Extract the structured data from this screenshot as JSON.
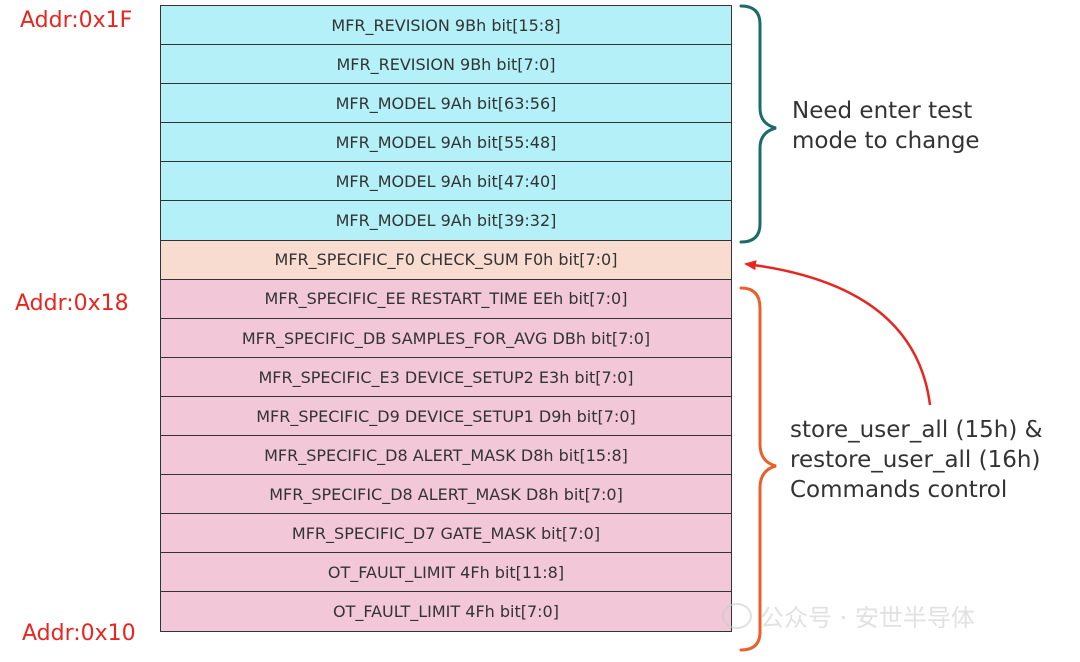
{
  "addresses": {
    "top": "Addr:0x1F",
    "mid": "Addr:0x18",
    "bottom": "Addr:0x10"
  },
  "registers": [
    {
      "label": "MFR_REVISION 9Bh bit[15:8]",
      "group": "cyan"
    },
    {
      "label": "MFR_REVISION 9Bh bit[7:0]",
      "group": "cyan"
    },
    {
      "label": "MFR_MODEL 9Ah bit[63:56]",
      "group": "cyan"
    },
    {
      "label": "MFR_MODEL 9Ah bit[55:48]",
      "group": "cyan"
    },
    {
      "label": "MFR_MODEL 9Ah bit[47:40]",
      "group": "cyan"
    },
    {
      "label": "MFR_MODEL 9Ah bit[39:32]",
      "group": "cyan"
    },
    {
      "label": "MFR_SPECIFIC_F0 CHECK_SUM F0h bit[7:0]",
      "group": "peach"
    },
    {
      "label": "MFR_SPECIFIC_EE RESTART_TIME EEh bit[7:0]",
      "group": "pink"
    },
    {
      "label": "MFR_SPECIFIC_DB SAMPLES_FOR_AVG DBh bit[7:0]",
      "group": "pink"
    },
    {
      "label": "MFR_SPECIFIC_E3 DEVICE_SETUP2 E3h bit[7:0]",
      "group": "pink"
    },
    {
      "label": "MFR_SPECIFIC_D9 DEVICE_SETUP1 D9h bit[7:0]",
      "group": "pink"
    },
    {
      "label": "MFR_SPECIFIC_D8 ALERT_MASK D8h bit[15:8]",
      "group": "pink"
    },
    {
      "label": "MFR_SPECIFIC_D8 ALERT_MASK D8h bit[7:0]",
      "group": "pink"
    },
    {
      "label": "MFR_SPECIFIC_D7 GATE_MASK bit[7:0]",
      "group": "pink"
    },
    {
      "label": "OT_FAULT_LIMIT 4Fh bit[11:8]",
      "group": "pink"
    },
    {
      "label": "OT_FAULT_LIMIT 4Fh bit[7:0]",
      "group": "pink"
    }
  ],
  "notes": {
    "test_mode": [
      "Need enter test",
      "mode to change"
    ],
    "store_restore": [
      "store_user_all (15h) &",
      "restore_user_all (16h)",
      "Commands control"
    ]
  },
  "watermark": "公众号 · 安世半导体",
  "colors": {
    "address": "#e8261f",
    "cyan_fill": "#b3f0f7",
    "peach_fill": "#f9dcd0",
    "pink_fill": "#f2c8d8",
    "teal_brace": "#1b6b6b",
    "orange_brace": "#e8612a",
    "red_arrow": "#e8261f"
  }
}
